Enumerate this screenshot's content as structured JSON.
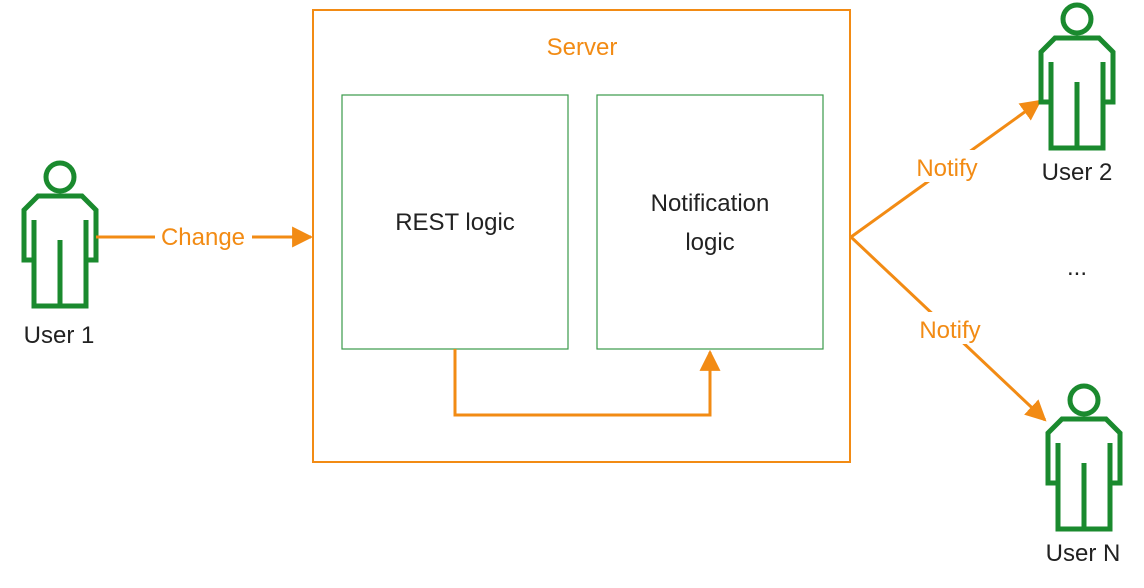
{
  "diagram": {
    "server": {
      "label": "Server"
    },
    "rest_logic": {
      "label": "REST logic"
    },
    "notification_logic": {
      "line1": "Notification",
      "line2": "logic"
    },
    "users": {
      "user1": "User 1",
      "user2": "User 2",
      "userN": "User N",
      "ellipsis": "..."
    },
    "edges": {
      "change": "Change",
      "notify_top": "Notify",
      "notify_bottom": "Notify"
    }
  },
  "colors": {
    "accent_orange": "#f28b14",
    "user_green": "#1a8a2e",
    "box_green": "#3a9a4a",
    "text_dark": "#222222"
  }
}
